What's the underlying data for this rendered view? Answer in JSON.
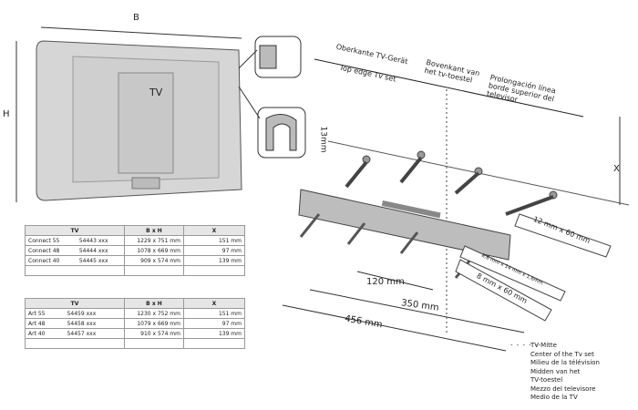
{
  "tv_labels": {
    "width": "B",
    "height": "H",
    "logo": "TV"
  },
  "top_edge_labels": {
    "de": "Oberkante TV-Gerät",
    "en": "Top edge Tv set",
    "nl": "Bovenkant van het tv-toestel",
    "es": "Prolongación línea borde superior del televisor"
  },
  "dimensions": {
    "gap": "13mm",
    "x": "X",
    "d120": "120 mm",
    "d350": "350 mm",
    "d456": "456 mm"
  },
  "hardware": {
    "dowel": "12 mm x 60 mm",
    "washer": "8,6 mm x 14 mm x 1,6mm",
    "screw": "8 mm x 60 mm"
  },
  "legend": [
    "TV-Mitte",
    "Center of the Tv set",
    "Milieu de la télévision",
    "Midden van het",
    "TV-toestel",
    "Mezzo del televisore",
    "Medio de la TV"
  ],
  "tables": [
    {
      "headers": [
        "TV",
        "B x H",
        "X"
      ],
      "rows": [
        {
          "name": "Connect 55",
          "code": "54443 xxx",
          "size": "1229 x 751 mm",
          "x": "151 mm"
        },
        {
          "name": "Connect 48",
          "code": "54444 xxx",
          "size": "1078 x 669 mm",
          "x": "97 mm"
        },
        {
          "name": "Connect 40",
          "code": "54445 xxx",
          "size": "909 x 574 mm",
          "x": "139 mm"
        }
      ]
    },
    {
      "headers": [
        "TV",
        "B x H",
        "X"
      ],
      "rows": [
        {
          "name": "Art 55",
          "code": "54459 xxx",
          "size": "1230 x 752 mm",
          "x": "151 mm"
        },
        {
          "name": "Art 48",
          "code": "54458 xxx",
          "size": "1079 x 669 mm",
          "x": "97 mm"
        },
        {
          "name": "Art 40",
          "code": "54457 xxx",
          "size": "910 x 574 mm",
          "x": "139 mm"
        }
      ]
    }
  ]
}
